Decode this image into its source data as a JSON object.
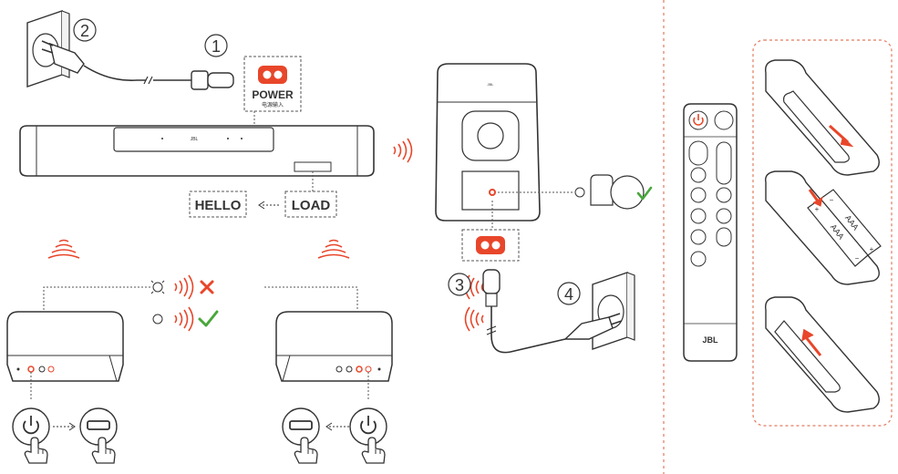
{
  "steps": [
    "1",
    "2",
    "3",
    "4"
  ],
  "power_label": "POWER",
  "power_sublabel": "电源输入",
  "display": {
    "hello": "HELLO",
    "load": "LOAD"
  },
  "brand": "JBL",
  "battery_label": "AAA",
  "battery_plus": "+",
  "battery_minus": "−",
  "colors": {
    "accent": "#e8462a",
    "check": "#4aa63c",
    "stroke": "#333333",
    "dashed": "#555555",
    "divider": "#e07a5f"
  }
}
